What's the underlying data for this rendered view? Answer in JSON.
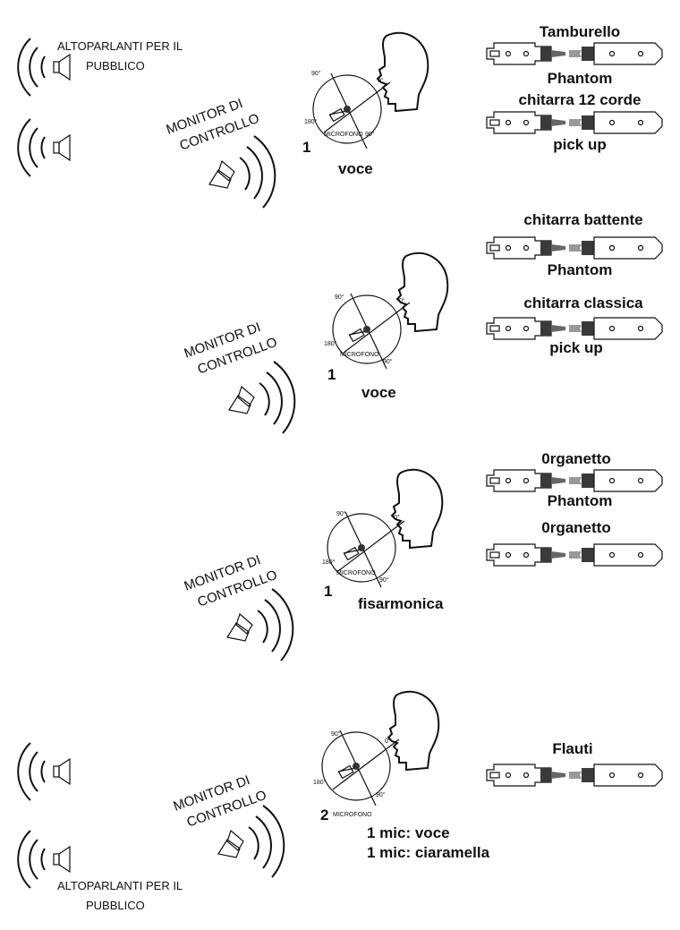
{
  "speakers_label": {
    "line1": "ALTOPARLANTI PER IL",
    "line2": "PUBBLICO"
  },
  "monitor_label": {
    "line1": "MONITOR DI",
    "line2": "CONTROLLO"
  },
  "polar_labels": {
    "deg0": "0°",
    "deg90": "90°",
    "deg180": "180°",
    "mic": "MICROFONO"
  },
  "sections": [
    {
      "mic_count": "1",
      "captions": [
        "voce"
      ],
      "instruments": [
        {
          "name": "Tamburello",
          "power": "Phantom"
        },
        {
          "name": "chitarra 12 corde",
          "power": "pick up"
        }
      ]
    },
    {
      "mic_count": "1",
      "captions": [
        "voce"
      ],
      "instruments": [
        {
          "name": "chitarra battente",
          "power": "Phantom"
        },
        {
          "name": "chitarra classica",
          "power": "pick up"
        }
      ]
    },
    {
      "mic_count": "1",
      "captions": [
        "fisarmonica"
      ],
      "instruments": [
        {
          "name": "0rganetto",
          "power": "Phantom"
        },
        {
          "name": "0rganetto",
          "power": ""
        }
      ]
    },
    {
      "mic_count": "2",
      "captions": [
        "1 mic: voce",
        "1 mic: ciaramella"
      ],
      "instruments": [
        {
          "name": "Flauti",
          "power": ""
        }
      ]
    }
  ]
}
